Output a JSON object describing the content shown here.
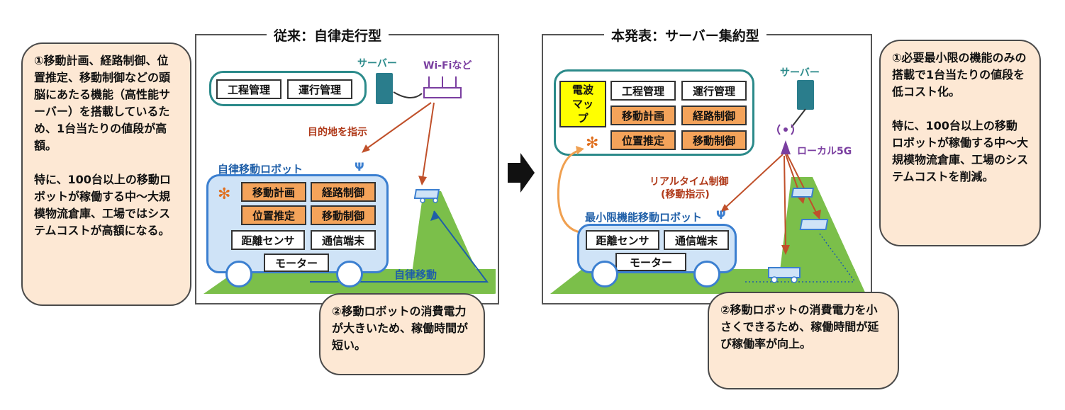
{
  "left_panel": {
    "title": "従来：自律走行型",
    "server_label": "サーバー",
    "wifi_label": "Wi-Fiなど",
    "bubble_items": [
      "工程管理",
      "運行管理"
    ],
    "destination_label": "目的地を指示",
    "robot_label": "自律移動ロボット",
    "robot_boxes_orange": [
      "移動計画",
      "経路制御",
      "位置推定",
      "移動制御"
    ],
    "robot_boxes_white": [
      "距離センサ",
      "通信端末"
    ],
    "motor_label": "モーター",
    "movement_label": "自律移動"
  },
  "right_panel": {
    "title": "本発表：サーバー集約型",
    "server_label": "サーバー",
    "local5g_label": "ローカル5G",
    "radio_map_label": "電波マップ",
    "bubble_items_white": [
      "工程管理",
      "運行管理"
    ],
    "bubble_items_orange": [
      "移動計画",
      "経路制御",
      "位置推定",
      "移動制御"
    ],
    "realtime_label_1": "リアルタイム制御",
    "realtime_label_2": "(移動指示)",
    "robot_label": "最小限機能移動ロボット",
    "robot_boxes_white": [
      "距離センサ",
      "通信端末"
    ],
    "motor_label": "モーター"
  },
  "callouts": {
    "left_1": "①移動計画、経路制御、位置推定、移動制御などの頭脳にあたる機能（高性能サーバー）を搭載しているため、1台当たりの値段が高額。",
    "left_2": "特に、100台以上の移動ロボットが稼働する中～大規模物流倉庫、工場ではシステムコストが高額になる。",
    "center_bottom": "②移動ロボットの消費電力が大きいため、稼働時間が短い。",
    "right_1": "①必要最小限の機能のみの搭載で1台当たりの値段を低コスト化。",
    "right_2": "特に、100台以上の移動ロボットが稼働する中～大規模物流倉庫、工場のシステムコストを削減。",
    "right_bottom": "②移動ロボットの消費電力を小さくできるため、稼働時間が延び稼働率が向上。"
  },
  "colors": {
    "orange": "#f4a35a",
    "peach": "#fde8d4",
    "robot_blue": "#3b7fd0",
    "floor_green": "#7bbf4a",
    "teal": "#2b8a8a",
    "arrow_red": "#c0502a"
  }
}
